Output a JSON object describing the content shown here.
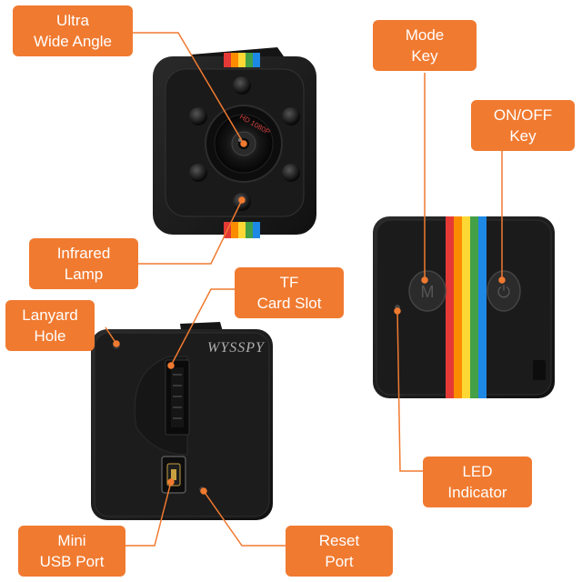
{
  "labels": {
    "ultra_wide_angle": "Ultra\nWide Angle",
    "mode_key": "Mode\nKey",
    "on_off_key": "ON/OFF\nKey",
    "infrared_lamp": "Infrared\nLamp",
    "tf_card_slot": "TF\nCard Slot",
    "lanyard_hole": "Lanyard\nHole",
    "led_indicator": "LED\nIndicator",
    "mini_usb_port": "Mini\nUSB Port",
    "reset_port": "Reset\nPort"
  },
  "lens_text": "HD 1080P",
  "button_m": "M",
  "button_power": "⏻",
  "watermark": "WYSSPY",
  "colors": {
    "accent": "#f07a30",
    "camera_body": "#1c1c1c",
    "stripe": [
      "#e53935",
      "#fb8c00",
      "#fdd835",
      "#43a047",
      "#1e88e5"
    ]
  }
}
